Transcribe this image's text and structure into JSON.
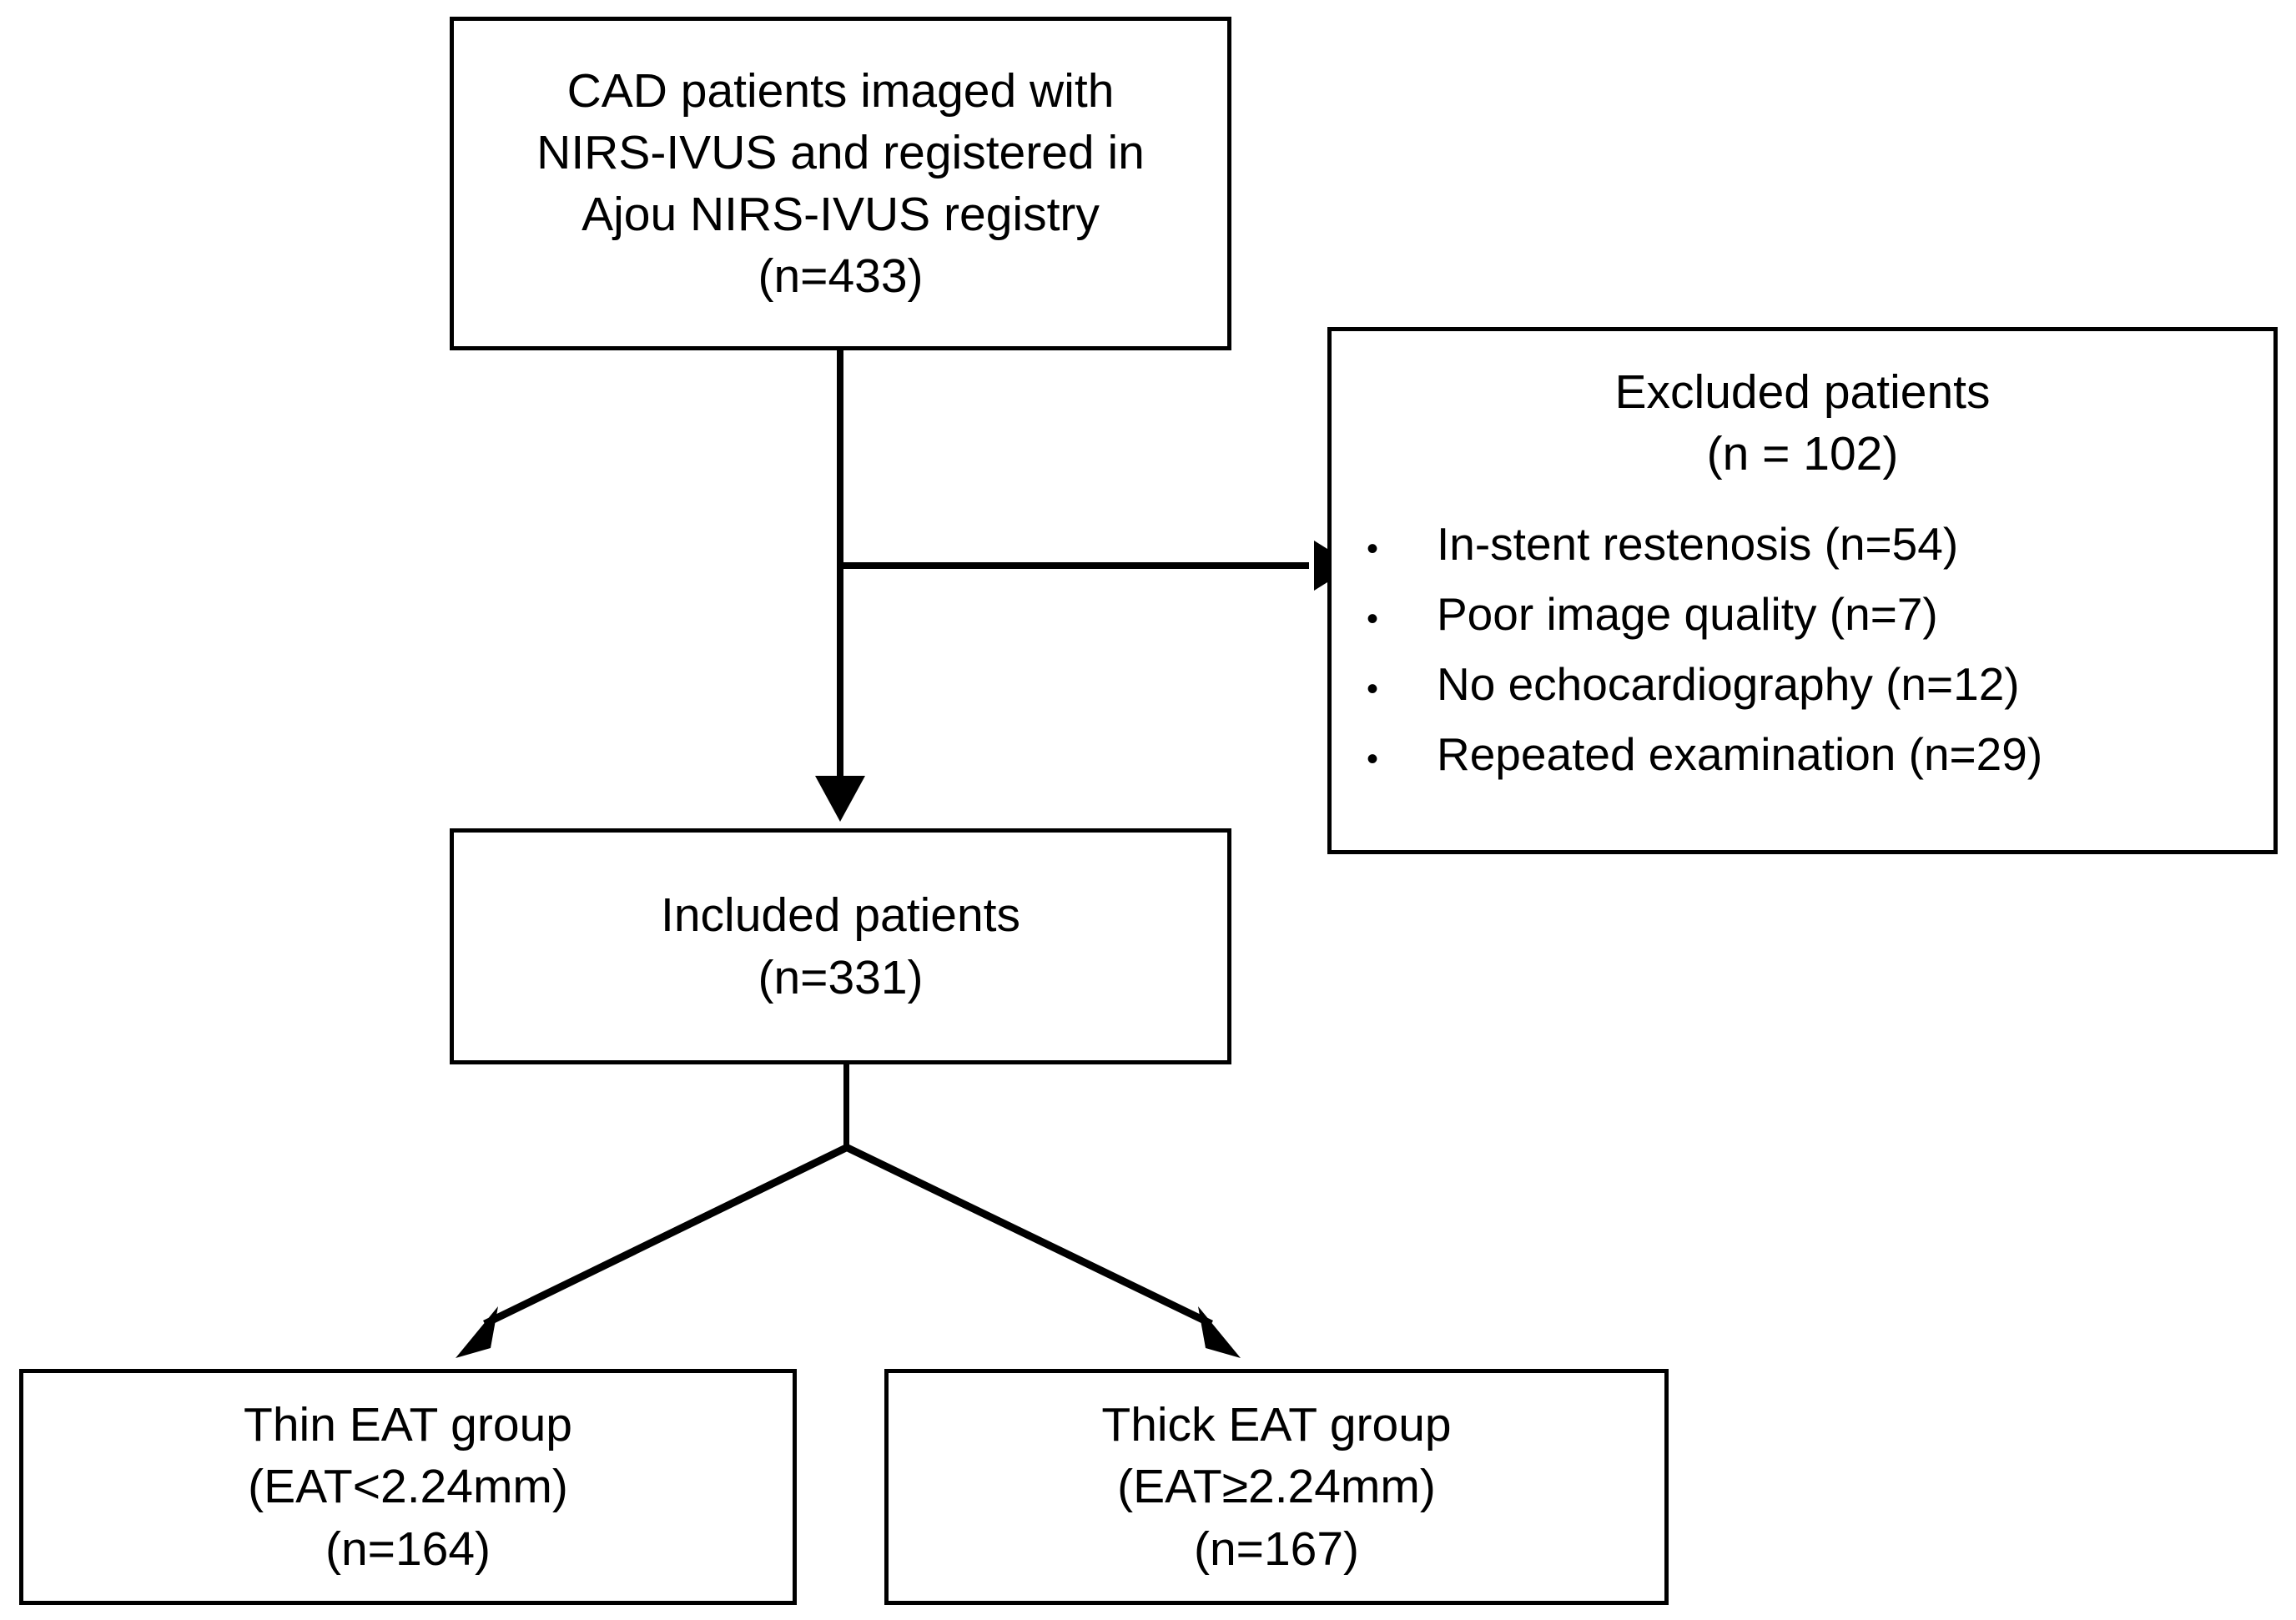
{
  "diagram": {
    "type": "study-flow-diagram",
    "title": "CONSORT-style patient selection flowchart",
    "stroke_color": "#000000",
    "background_color": "#ffffff",
    "nodes": {
      "source": {
        "name": "source-cohort",
        "lines": [
          "CAD patients imaged with",
          "NIRS-IVUS and registered in",
          "Ajou NIRS-IVUS registry",
          "(n=433)"
        ],
        "count": 433
      },
      "excluded": {
        "name": "excluded-patients",
        "heading_lines": [
          "Excluded patients",
          "(n = 102)"
        ],
        "count": 102,
        "reasons": [
          {
            "label": "In-stent restenosis (n=54)",
            "count": 54
          },
          {
            "label": "Poor image quality (n=7)",
            "count": 7
          },
          {
            "label": "No echocardiography (n=12)",
            "count": 12
          },
          {
            "label": "Repeated examination (n=29)",
            "count": 29
          }
        ],
        "bullet_glyph": "•"
      },
      "included": {
        "name": "included-patients",
        "lines": [
          "Included patients",
          "(n=331)"
        ],
        "count": 331
      },
      "thin_group": {
        "name": "thin-eat-group",
        "lines": [
          "Thin EAT group",
          "(EAT<2.24mm)",
          "(n=164)"
        ],
        "count": 164,
        "threshold": "2.24mm"
      },
      "thick_group": {
        "name": "thick-eat-group",
        "lines": [
          "Thick EAT group",
          "(EAT≥2.24mm)",
          "(n=167)"
        ],
        "count": 167,
        "threshold": "2.24mm"
      }
    },
    "edges": [
      {
        "from": "source",
        "to": "excluded",
        "style": "elbow-right-arrow"
      },
      {
        "from": "source",
        "to": "included",
        "style": "straight-down-arrow"
      },
      {
        "from": "included",
        "to": "thin_group",
        "style": "diagonal-down-left-arrow"
      },
      {
        "from": "included",
        "to": "thick_group",
        "style": "diagonal-down-right-arrow"
      }
    ]
  }
}
